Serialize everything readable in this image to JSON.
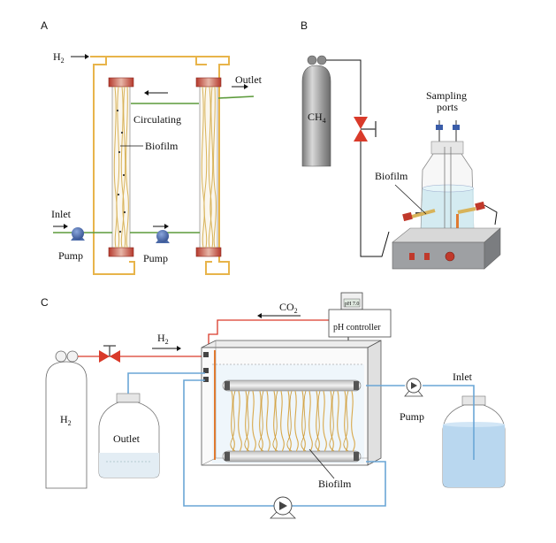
{
  "panels": {
    "a": "A",
    "b": "B",
    "c": "C"
  },
  "panel_a": {
    "h2": "H",
    "h2_sub": "2",
    "outlet": "Outlet",
    "circulating": "Circulating",
    "biofilm": "Biofilm",
    "inlet": "Inlet",
    "pump_left": "Pump",
    "pump_right": "Pump"
  },
  "panel_b": {
    "ch4": "CH",
    "ch4_sub": "4",
    "sampling_line1": "Sampling",
    "sampling_line2": "ports",
    "biofilm": "Biofilm"
  },
  "panel_c": {
    "co2": "CO",
    "co2_sub": "2",
    "ph_display": "pH 7.0",
    "ph_controller": "pH controller",
    "h2_flow": "H",
    "h2_flow_sub": "2",
    "h2_tank": "H",
    "h2_tank_sub": "2",
    "outlet": "Outlet",
    "inlet": "Inlet",
    "pump": "Pump",
    "biofilm": "Biofilm"
  },
  "colors": {
    "gas_line": "#e8b44a",
    "liquid_line": "#5b9a3a",
    "red_line": "#d93a2a",
    "blue_line": "#6aa6d6",
    "fiber": "#d8b35a",
    "pump": "#4b6aa8"
  }
}
